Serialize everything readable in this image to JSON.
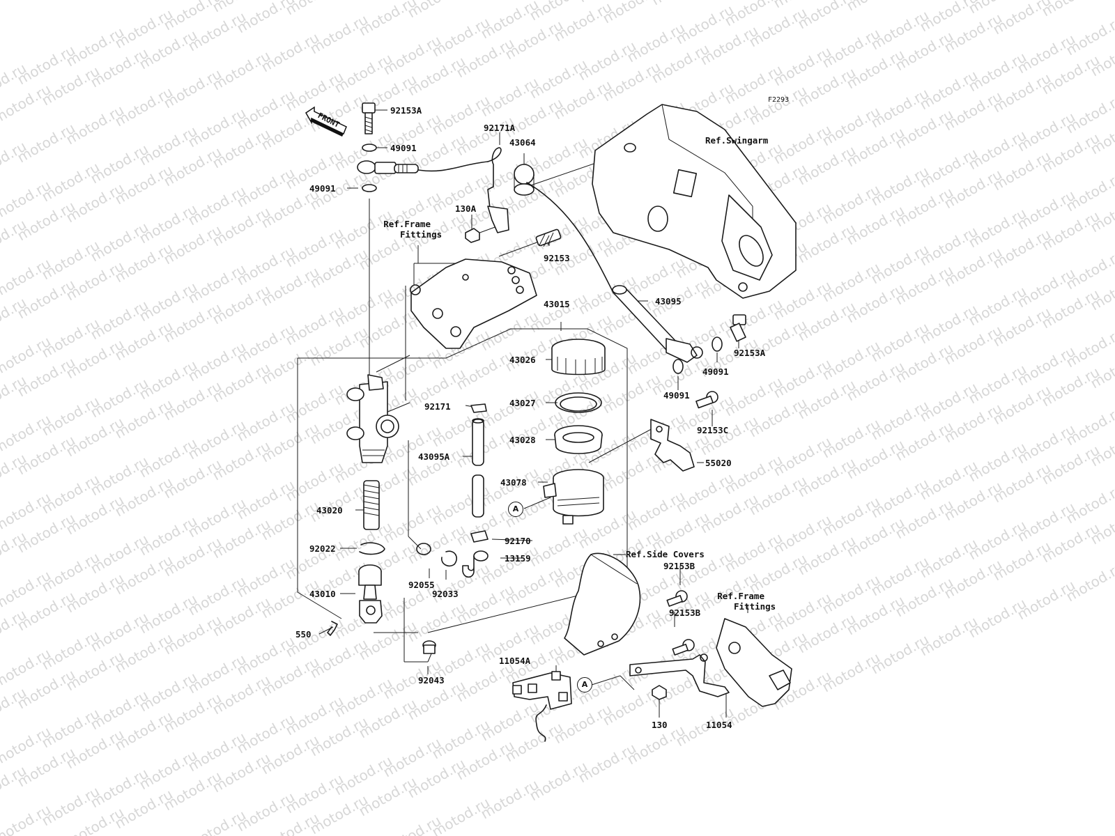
{
  "figure_code": "F2293",
  "watermark_text": "motod.ru",
  "front_label": "FRONT",
  "callouts": {
    "p92153A_top": "92153A",
    "p49091_a": "49091",
    "p49091_b": "49091",
    "p92171A": "92171A",
    "p43064": "43064",
    "p130A": "130A",
    "p92153": "92153",
    "p43015": "43015",
    "p43026": "43026",
    "p92171": "92171",
    "p43027": "43027",
    "p43095A": "43095A",
    "p43028": "43028",
    "p43078": "43078",
    "p43020": "43020",
    "p92022": "92022",
    "p92055": "92055",
    "p92033": "92033",
    "p92170": "92170",
    "p13159": "13159",
    "p43010": "43010",
    "p550": "550",
    "p92043": "92043",
    "p43095": "43095",
    "p92153A_right": "92153A",
    "p49091_c": "49091",
    "p49091_d": "49091",
    "p92153C": "92153C",
    "p55020": "55020",
    "p92153B_a": "92153B",
    "p92153B_b": "92153B",
    "p11054A": "11054A",
    "p130": "130",
    "p11054": "11054"
  },
  "references": {
    "swingarm": "Ref.Swingarm",
    "frame_fittings_top": [
      "Ref.Frame",
      "Fittings"
    ],
    "side_covers": "Ref.Side Covers",
    "frame_fittings_bottom": [
      "Ref.Frame",
      "Fittings"
    ]
  },
  "circle_marker": "A"
}
